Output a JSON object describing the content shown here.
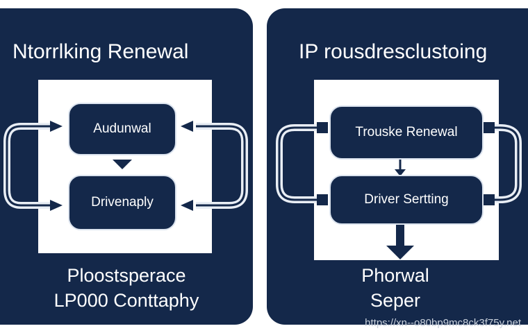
{
  "left_panel": {
    "title": "Ntorrlking Renewal",
    "node_top": "Audunwal",
    "node_bottom": "Drivenaply",
    "caption_line1": "Ploostsperace",
    "caption_line2": "LP000 Conttaphy"
  },
  "right_panel": {
    "title": "IP rousdresclustoing",
    "node_top": "Trouske Renewal",
    "node_bottom": "Driver Sertting",
    "caption_line1": "Phorwal",
    "caption_line2": "Seper"
  },
  "watermark": "https://xn--o80bp9mc8ck3f75y.net",
  "colors": {
    "panel": "#14284a",
    "node": "#14284a",
    "inner_frame": "#ffffff",
    "connector": "#e9eef5"
  }
}
